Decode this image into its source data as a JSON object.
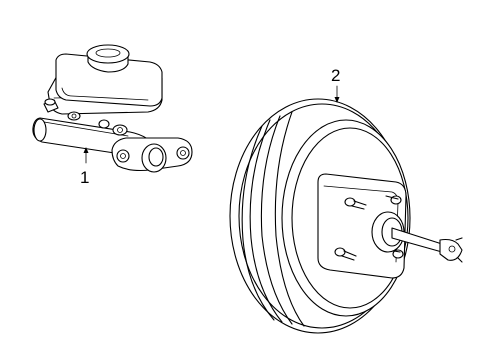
{
  "callouts": [
    {
      "number": "1",
      "part": "master-cylinder"
    },
    {
      "number": "2",
      "part": "brake-booster"
    }
  ]
}
